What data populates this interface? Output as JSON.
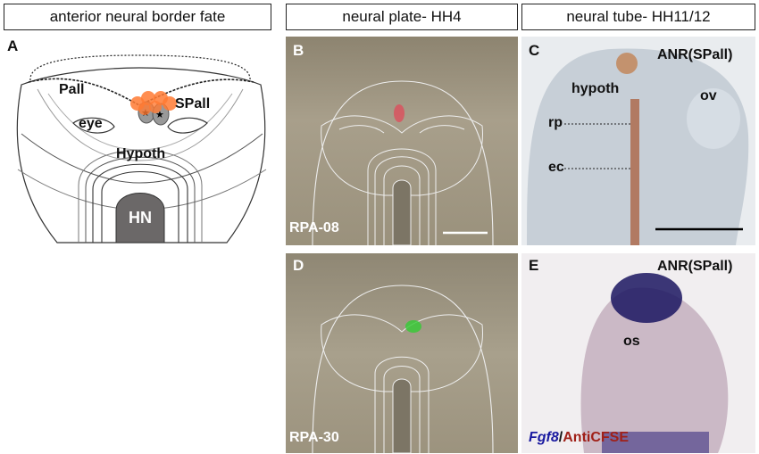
{
  "headers": {
    "col1": "anterior neural border fate",
    "col2": "neural plate- HH4",
    "col3": "neural tube- HH11/12"
  },
  "panels": {
    "A": {
      "letter": "A",
      "labels": {
        "pall": "Pall",
        "spall": "SPall",
        "eye": "eye",
        "hypoth": "Hypoth",
        "hn": "HN"
      }
    },
    "B": {
      "letter": "B",
      "id": "RPA-08"
    },
    "C": {
      "letter": "C",
      "labels": {
        "anr": "ANR(SPall)",
        "hypoth": "hypoth",
        "ov": "ov",
        "rp": "rp",
        "ec": "ec"
      }
    },
    "D": {
      "letter": "D",
      "id": "RPA-30"
    },
    "E": {
      "letter": "E",
      "labels": {
        "anr": "ANR(SPall)",
        "os": "os"
      },
      "stain1": "Fgf8",
      "sep": "/",
      "stain2": "AntiCFSE"
    }
  },
  "colors": {
    "orange_marker": "#ff7a33",
    "green_marker": "#33cc33",
    "fgf8_blue": "#1a1aa0",
    "cfse_red": "#a02018"
  }
}
